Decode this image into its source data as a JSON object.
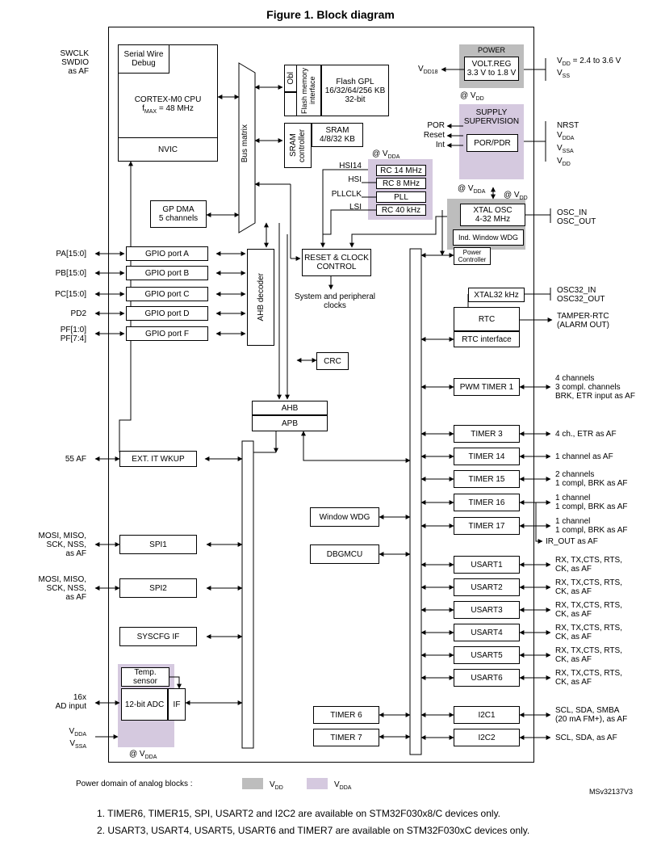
{
  "title": "Figure 1. Block diagram",
  "swd": {
    "label": "Serial Wire Debug",
    "signals": "SWCLK\nSWDIO\nas AF"
  },
  "cpu": {
    "label": "CORTEX-M0 CPU",
    "freq_prefix": "f",
    "freq_sub": "MAX",
    "freq_suffix": " = 48 MHz",
    "nvic": "NVIC"
  },
  "bus_matrix": "Bus matrix",
  "obl": "Obl",
  "flash_if": "Flash memory interface",
  "flash": "Flash GPL\n16/32/64/256 KB\n32-bit",
  "sram_ctrl": "SRAM controller",
  "sram": "SRAM\n4/8/32 KB",
  "gp_dma": "GP DMA\n5 channels",
  "power": {
    "title": "POWER",
    "regulator": "VOLT.REG\n3.3 V to 1.8 V",
    "vdd18": "V",
    "vdd18_sub": "DD18",
    "supply_pins": "V_DD = 2.4 to 3.6 V\nV_SS",
    "at_vdd": "@ V",
    "at_vdd_sub": "DD"
  },
  "supply_supervision": {
    "title": "SUPPLY\nSUPERVISION",
    "por_pdr": "POR/PDR",
    "outputs": [
      "POR",
      "Reset",
      "Int"
    ],
    "pins": [
      "NRST",
      "V_DDA",
      "V_SSA",
      "V_DD"
    ]
  },
  "clocks": {
    "at_vdda": "@ V",
    "at_vdda_sub": "DDA",
    "hsi14": "HSI14",
    "hsi": "HSI",
    "pllclk": "PLLCLK",
    "lsi": "LSI",
    "rc14": "RC 14 MHz",
    "rc8": "RC 8 MHz",
    "pll": "PLL",
    "rc40": "RC 40 kHz",
    "xtal_osc": "XTAL OSC\n4-32 MHz",
    "osc_pins": "OSC_IN\nOSC_OUT",
    "ind_wdg": "Ind. Window WDG",
    "at_vdda2": "@ V",
    "at_vdd2": "@ V",
    "reset_clock": "RESET & CLOCK\nCONTROL",
    "sys_clocks": "System and peripheral\nclocks",
    "power_ctrl": "Power\nController"
  },
  "gpio": {
    "ports": [
      "GPIO port A",
      "GPIO port B",
      "GPIO port C",
      "GPIO port D",
      "GPIO port F"
    ],
    "pins": [
      "PA[15:0]",
      "PB[15:0]",
      "PC[15:0]",
      "PD2",
      "PF[1:0]\nPF[7:4]"
    ],
    "ahb_decoder": "AHB decoder"
  },
  "crc": "CRC",
  "ahb": "AHB",
  "apb": "APB",
  "rtc": {
    "xtal32": "XTAL32 kHz",
    "osc32": "OSC32_IN\nOSC32_OUT",
    "rtc": "RTC",
    "rtc_if": "RTC interface",
    "tamper": "TAMPER-RTC\n(ALARM OUT)"
  },
  "ext_it": {
    "label": "EXT. IT  WKUP",
    "pins": "55 AF"
  },
  "spi1": {
    "label": "SPI1",
    "pins": "MOSI, MISO,\nSCK, NSS,\nas AF"
  },
  "spi2": {
    "label": "SPI2",
    "pins": "MOSI, MISO,\nSCK, NSS,\nas AF"
  },
  "syscfg": "SYSCFG IF",
  "adc": {
    "temp": "Temp.\nsensor",
    "adc": "12-bit ADC",
    "if": "IF",
    "input": "16x\nAD input",
    "pwr_pins": "V_DDA\nV_SSA",
    "at_vdda": "@ V",
    "at_vdda_sub": "DDA"
  },
  "window_wdg": "Window WDG",
  "dbgmcu": "DBGMCU",
  "timer6": "TIMER 6",
  "timer7": "TIMER 7",
  "right_blocks": [
    {
      "label": "PWM TIMER 1",
      "pins": "4 channels\n3 compl. channels\nBRK, ETR input as AF"
    },
    {
      "label": "TIMER 3",
      "pins": "4 ch., ETR as AF"
    },
    {
      "label": "TIMER 14",
      "pins": "1 channel as AF"
    },
    {
      "label": "TIMER 15",
      "pins": "2 channels\n1 compl, BRK as AF"
    },
    {
      "label": "TIMER 16",
      "pins": "1 channel\n1 compl, BRK as AF"
    },
    {
      "label": "TIMER 17",
      "pins": "1 channel\n1 compl, BRK as AF"
    },
    {
      "label": "USART1",
      "pins": "RX, TX,CTS, RTS,\nCK, as AF"
    },
    {
      "label": "USART2",
      "pins": "RX, TX,CTS, RTS,\nCK, as AF"
    },
    {
      "label": "USART3",
      "pins": "RX, TX,CTS, RTS,\nCK, as AF"
    },
    {
      "label": "USART4",
      "pins": "RX, TX,CTS, RTS,\nCK, as AF"
    },
    {
      "label": "USART5",
      "pins": "RX, TX,CTS, RTS,\nCK, as AF"
    },
    {
      "label": "USART6",
      "pins": "RX, TX,CTS, RTS,\nCK, as AF"
    },
    {
      "label": "I2C1",
      "pins": "SCL, SDA, SMBA\n(20 mA FM+), as AF"
    },
    {
      "label": "I2C2",
      "pins": "SCL, SDA, as AF"
    }
  ],
  "ir_out": "IR_OUT as AF",
  "legend": {
    "label": "Power domain of analog blocks :",
    "vdd": "V",
    "vdd_sub": "DD",
    "vdda": "V",
    "vdda_sub": "DDA",
    "colors": {
      "vdd": "#bdbdbd",
      "vdda": "#d5c9df"
    }
  },
  "ref": "MSv32137V3",
  "footnotes": [
    "1.   TIMER6, TIMER15, SPI, USART2 and I2C2 are available on STM32F030x8/C devices only.",
    "2.   USART3, USART4, USART5, USART6 and TIMER7 are available on STM32F030xC devices only."
  ]
}
